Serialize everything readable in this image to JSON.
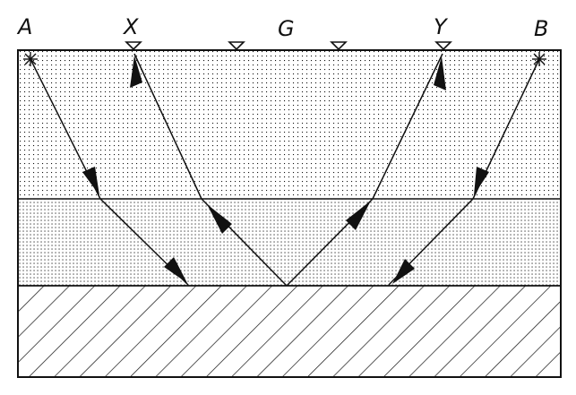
{
  "labels": {
    "a": "A",
    "x": "X",
    "g": "G",
    "y": "Y",
    "b": "B"
  },
  "colors": {
    "ink": "#111111",
    "background": "#ffffff"
  },
  "icons": {
    "source": "burst-star-icon",
    "receiver": "triangle-receiver-icon"
  }
}
